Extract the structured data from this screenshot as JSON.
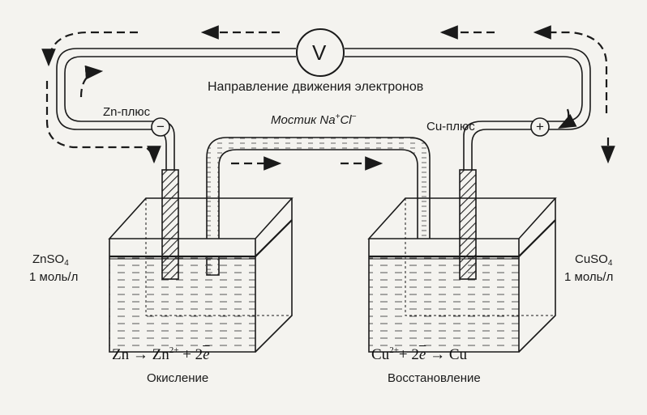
{
  "voltmeter": {
    "symbol": "V"
  },
  "electron_flow_label": "Направление движения электронов",
  "anode": {
    "label": "Zn-плюс",
    "sign": "−",
    "solution_formula": "ZnSO",
    "solution_subscript": "4",
    "concentration": "1 моль/л",
    "reaction": {
      "lhs": "Zn",
      "arrow": "→",
      "product": "Zn",
      "charge": "2+",
      "plus": "+",
      "coef": "2",
      "electron": "e"
    },
    "process": "Окисление"
  },
  "cathode": {
    "label": "Cu-плюс",
    "sign": "+",
    "solution_formula": "CuSO",
    "solution_subscript": "4",
    "concentration": "1 моль/л",
    "reaction": {
      "ion": "Cu",
      "charge": "2+",
      "plus": "+",
      "coef": "2",
      "electron": "e",
      "arrow": "→",
      "product": "Cu"
    },
    "process": "Восстановление"
  },
  "salt_bridge": {
    "label_prefix": "Мостик Na",
    "cation_charge": "+",
    "anion": "Cl",
    "anion_charge": "−"
  },
  "colors": {
    "ink": "#1a1a1a",
    "paper": "#f4f3ef",
    "liquid_hatch": "#555555"
  }
}
